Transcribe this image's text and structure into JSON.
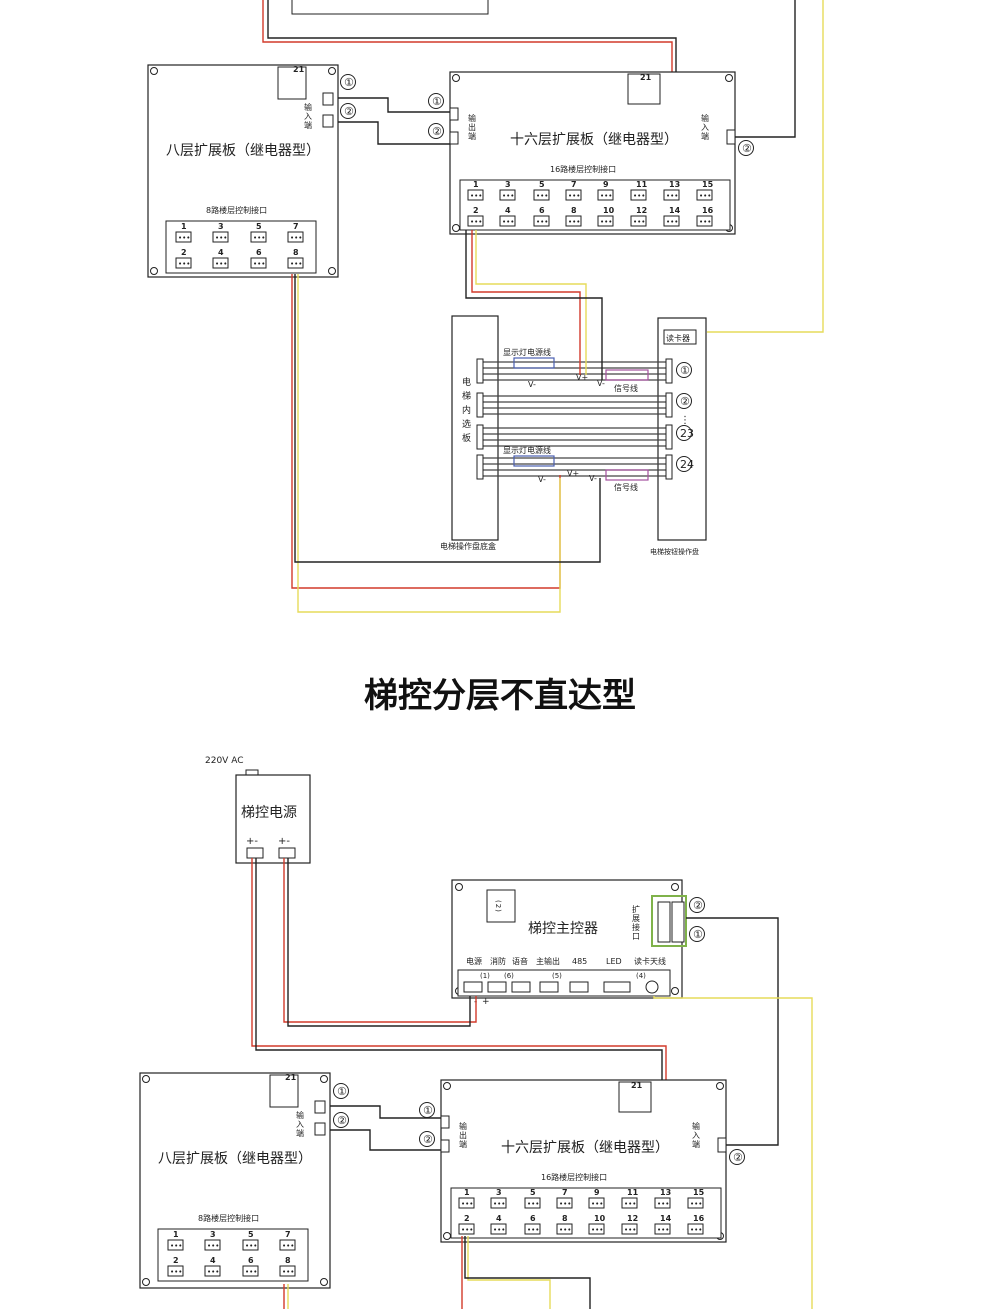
{
  "section_title": "梯控分层不直达型",
  "top": {
    "board8": {
      "name": "八层扩展板（继电器型）",
      "interface": "8路楼层控制接口",
      "input": "输入端",
      "ports_top": [
        "1",
        "3",
        "5",
        "7"
      ],
      "ports_bottom": [
        "2",
        "4",
        "6",
        "8"
      ]
    },
    "board16": {
      "name": "十六层扩展板（继电器型）",
      "interface": "16路楼层控制接口",
      "output": "输出端",
      "input": "输入端",
      "ports_top": [
        "1",
        "3",
        "5",
        "7",
        "9",
        "11",
        "13",
        "15"
      ],
      "ports_bottom": [
        "2",
        "4",
        "6",
        "8",
        "10",
        "12",
        "14",
        "16"
      ]
    },
    "markers": {
      "m1": "①",
      "m2": "②",
      "m23": "23",
      "m24": "24",
      "dots": "⋮"
    },
    "inner_panel": "电梯内选板",
    "panel_bottom": "电梯操作盘底盒",
    "right_panel_bottom": "电梯按钮操作盘",
    "card_reader": "读卡器",
    "display_power": "显示灯电源线",
    "signal": "信号线",
    "v_minus": "V-",
    "v_plus": "V+",
    "jumper_label": "21"
  },
  "bottom": {
    "ac": "220V AC",
    "psu": {
      "name": "梯控电源",
      "pol": "+-"
    },
    "main": {
      "name": "梯控主控器",
      "expand": "扩展接口",
      "ports": [
        "电源",
        "消防",
        "语音",
        "主输出",
        "485",
        "LED",
        "读卡天线"
      ],
      "sub": [
        "(1)",
        "(6)",
        "(5)",
        "(4)"
      ],
      "switch": "(2)",
      "plus": "+",
      "minus": "-"
    },
    "board8": {
      "name": "八层扩展板（继电器型）",
      "interface": "8路楼层控制接口",
      "input": "输入端",
      "ports_top": [
        "1",
        "3",
        "5",
        "7"
      ],
      "ports_bottom": [
        "2",
        "4",
        "6",
        "8"
      ]
    },
    "board16": {
      "name": "十六层扩展板（继电器型）",
      "interface": "16路楼层控制接口",
      "output": "输出端",
      "input": "输入端",
      "ports_top": [
        "1",
        "3",
        "5",
        "7",
        "9",
        "11",
        "13",
        "15"
      ],
      "ports_bottom": [
        "2",
        "4",
        "6",
        "8",
        "10",
        "12",
        "14",
        "16"
      ]
    },
    "markers": {
      "m1": "①",
      "m2": "②"
    },
    "jumper_label": "21"
  },
  "colors": {
    "red": "#d23a2a",
    "yellow": "#e6dc5a",
    "black": "#222222",
    "green": "#7fb24a",
    "purple": "#a4509e",
    "blue": "#4a5fb0"
  }
}
